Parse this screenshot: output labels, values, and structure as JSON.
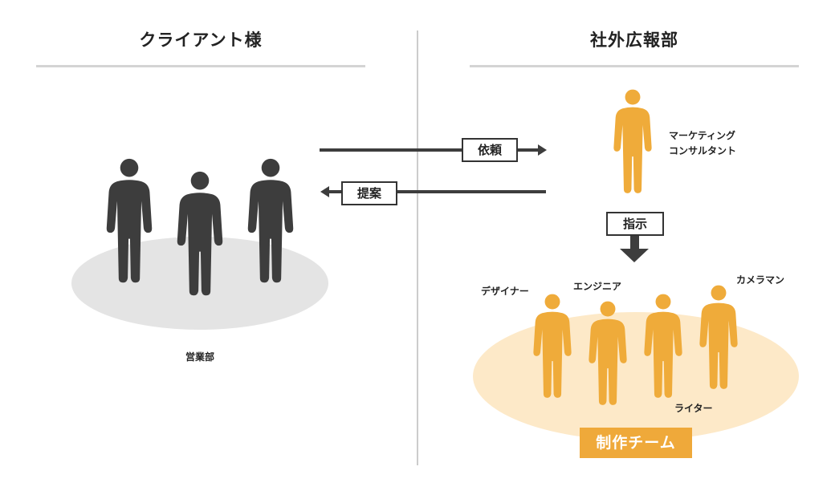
{
  "colors": {
    "dark_person": "#3d3d3d",
    "orange_person": "#efab3a",
    "gray_ellipse": "#e4e4e4",
    "orange_ellipse": "#fde9c8",
    "divider": "#cccccc",
    "team_label_bg": "#efa93a"
  },
  "left": {
    "heading": "クライアント様",
    "group_label": "営業部"
  },
  "right": {
    "heading": "社外広報部",
    "consultant_label_line1": "マーケティング",
    "consultant_label_line2": "コンサルタント",
    "team_label": "制作チーム",
    "members": {
      "designer": "デザイナー",
      "engineer": "エンジニア",
      "cameraman": "カメラマン",
      "writer": "ライター"
    }
  },
  "flows": {
    "request": "依頼",
    "proposal": "提案",
    "instruction": "指示"
  }
}
